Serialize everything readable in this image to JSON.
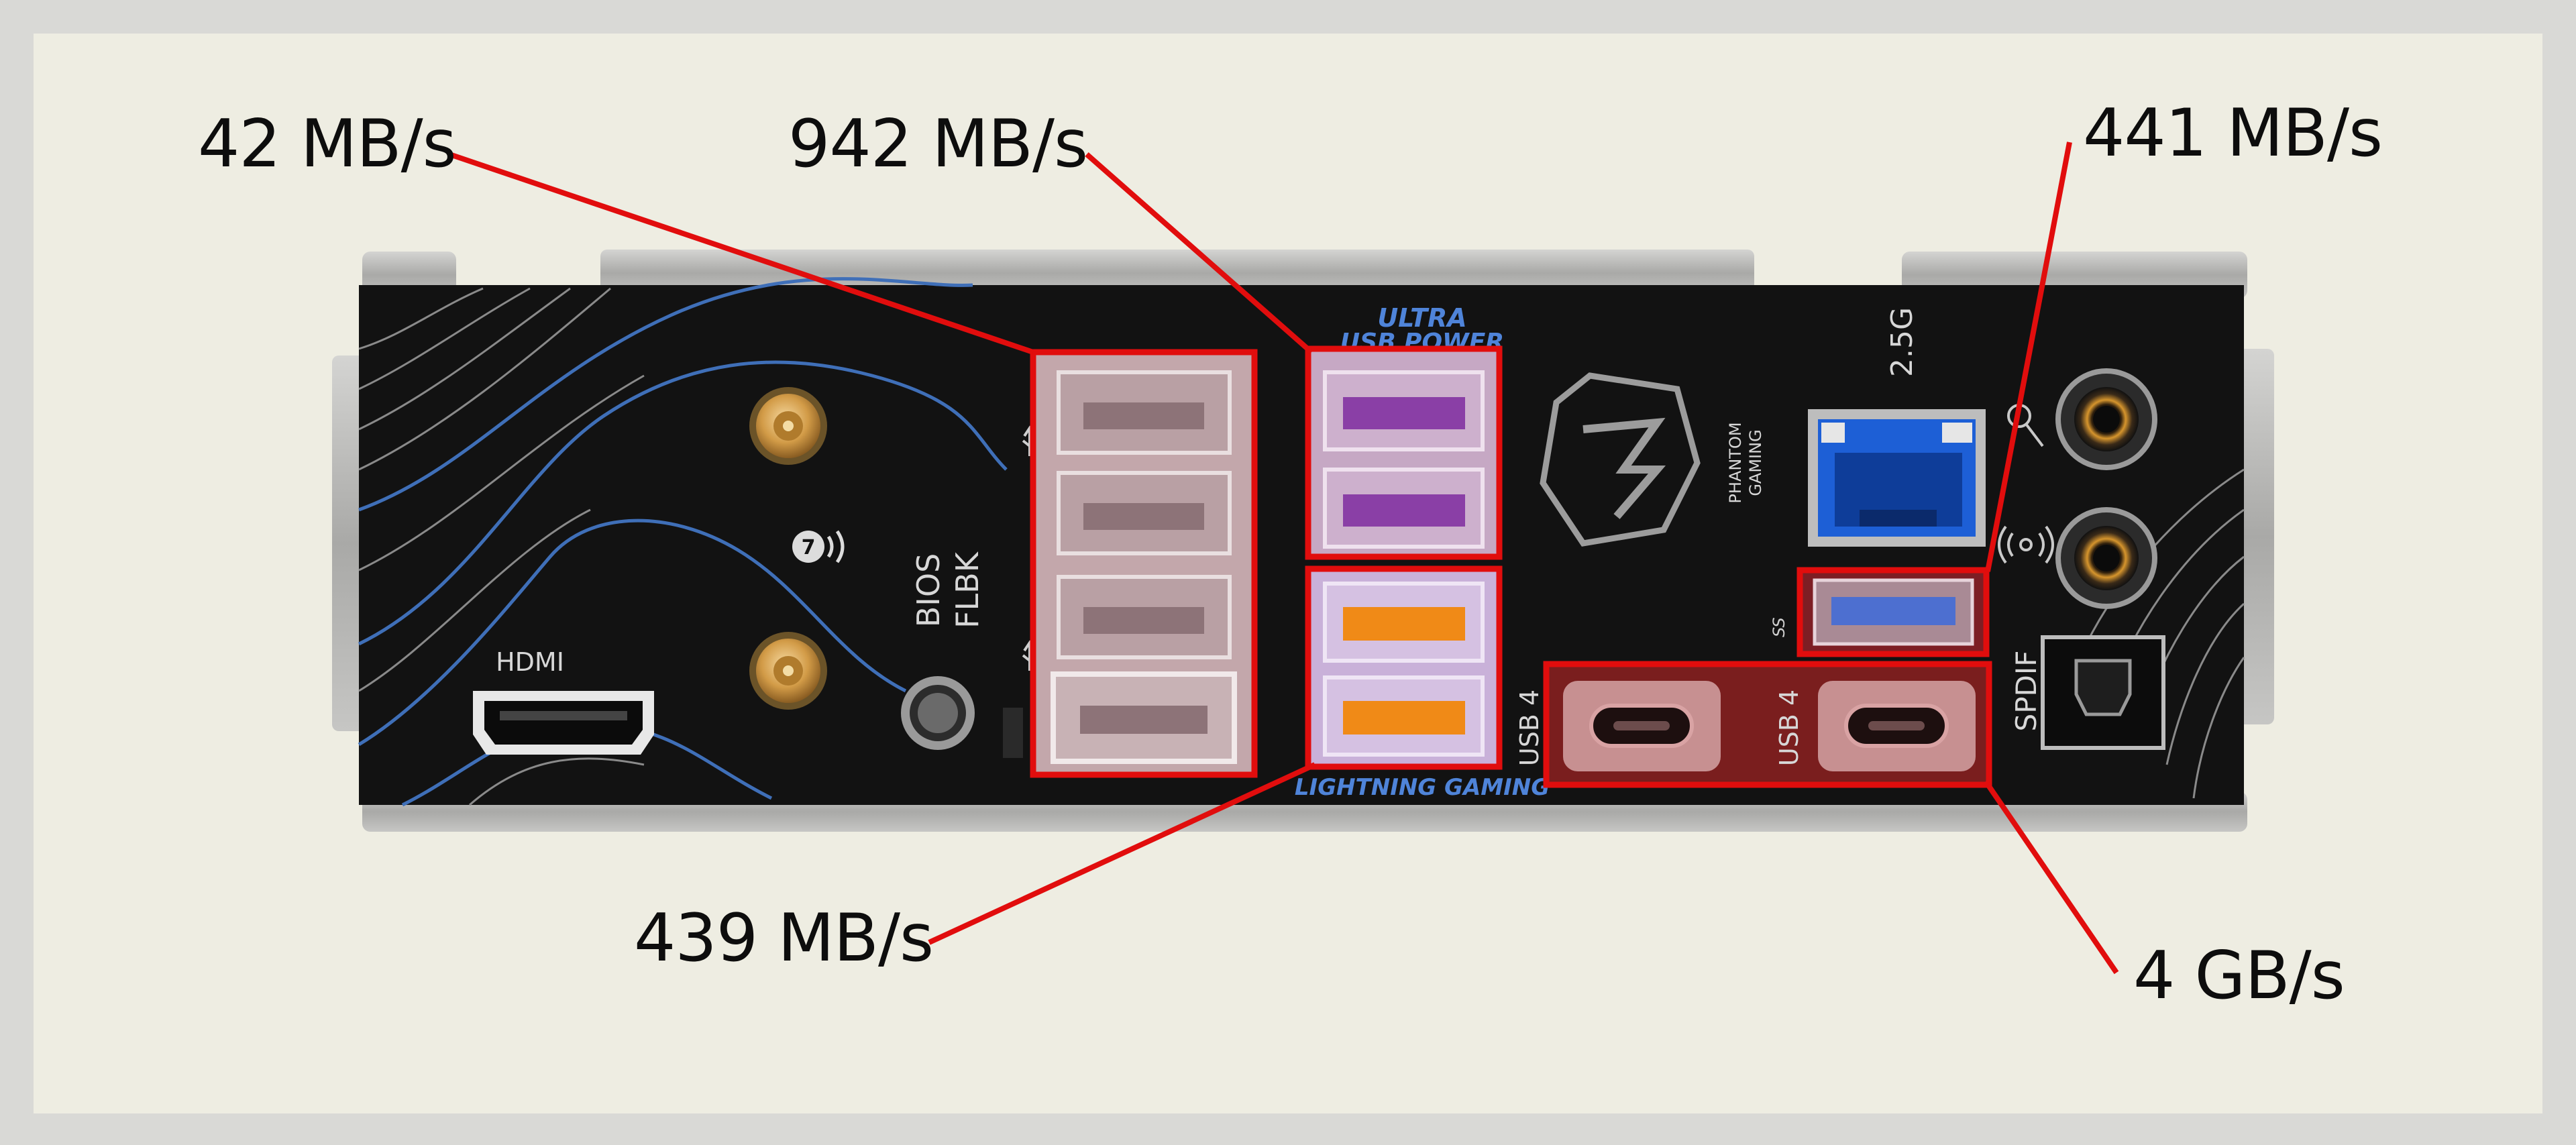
{
  "colors": {
    "frame": "#d9d9d6",
    "canvas": "#eeede2",
    "panel": "#121212",
    "shield": "#b2b2b2",
    "highlight": "#e10d0d",
    "accent_blue": "#4f84d9",
    "usb_purple": "#7a3aa0",
    "usb_orange": "#f08a17",
    "lan_blue": "#1d5fd6",
    "gold": "#d8a655"
  },
  "port_labels": {
    "hdmi": "HDMI",
    "bios": "BIOS",
    "flbk": "FLBK",
    "ultra": "ULTRA",
    "usb_power": "USB POWER",
    "lightning": "LIGHTNING GAMING",
    "usb4_left": "USB 4",
    "usb4_right": "USB 4",
    "lan": "2.5G",
    "spdif": "SPDIF",
    "phantom": "PHANTOM",
    "gaming": "GAMING"
  },
  "annotations": {
    "usb_black_block": "42 MB/s",
    "usb_purple_pair": "942 MB/s",
    "usb_orange_pair": "439 MB/s",
    "usb_blue_single": "441 MB/s",
    "usb4_pair": "4 GB/s"
  },
  "icons": [
    "wifi-antenna-icon",
    "usb-trident-icon",
    "phantom-gaming-logo-icon",
    "audio-jack-icon",
    "rj45-ethernet-icon",
    "optical-spdif-icon",
    "superspeed-usb-icon",
    "wifi-7-icon"
  ]
}
